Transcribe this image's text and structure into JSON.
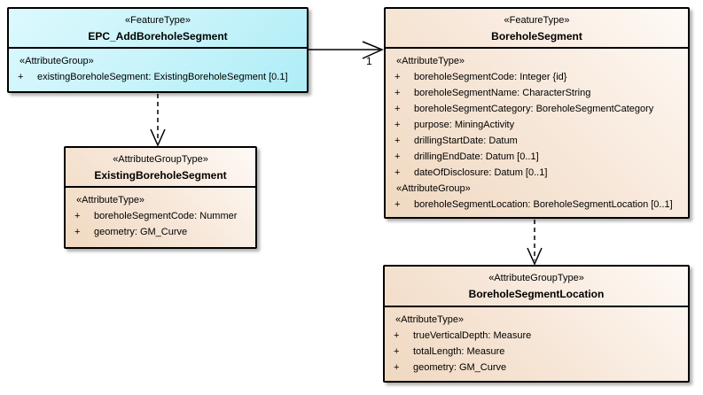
{
  "diagram": {
    "background_color": "#ffffff",
    "border_color": "#000000",
    "shadow_color": "#6e6e6e",
    "feature_type_fill_start": "#dcf9fd",
    "feature_type_fill_end": "#aeedf6",
    "attribute_group_type_fill_start": "#f0d8c0",
    "attribute_group_type_fill_end": "#fefaf6"
  },
  "classes": {
    "epc_add_borehole_segment": {
      "stereotype": "«FeatureType»",
      "name": "EPC_AddBoreholeSegment",
      "rows": [
        {
          "kind": "stereotype",
          "text": "«AttributeGroup»"
        },
        {
          "kind": "attribute",
          "vis": "+",
          "text": "existingBoreholeSegment: ExistingBoreholeSegment [0.1]"
        }
      ]
    },
    "borehole_segment": {
      "stereotype": "«FeatureType»",
      "name": "BoreholeSegment",
      "rows": [
        {
          "kind": "stereotype",
          "text": "«AttributeType»"
        },
        {
          "kind": "attribute",
          "vis": "+",
          "text": "boreholeSegmentCode: Integer {id}"
        },
        {
          "kind": "attribute",
          "vis": "+",
          "text": "boreholeSegmentName: CharacterString"
        },
        {
          "kind": "attribute",
          "vis": "+",
          "text": "boreholeSegmentCategory: BoreholeSegmentCategory"
        },
        {
          "kind": "attribute",
          "vis": "+",
          "text": "purpose: MiningActivity"
        },
        {
          "kind": "attribute",
          "vis": "+",
          "text": "drillingStartDate: Datum"
        },
        {
          "kind": "attribute",
          "vis": "+",
          "text": "drillingEndDate: Datum [0..1]"
        },
        {
          "kind": "attribute",
          "vis": "+",
          "text": "dateOfDisclosure: Datum [0..1]"
        },
        {
          "kind": "stereotype",
          "text": "«AttributeGroup»"
        },
        {
          "kind": "attribute",
          "vis": "+",
          "text": "boreholeSegmentLocation: BoreholeSegmentLocation [0..1]"
        }
      ]
    },
    "existing_borehole_segment": {
      "stereotype": "«AttributeGroupType»",
      "name": "ExistingBoreholeSegment",
      "rows": [
        {
          "kind": "stereotype",
          "text": "«AttributeType»"
        },
        {
          "kind": "attribute",
          "vis": "+",
          "text": "boreholeSegmentCode: Nummer"
        },
        {
          "kind": "attribute",
          "vis": "+",
          "text": "geometry: GM_Curve"
        }
      ]
    },
    "borehole_segment_location": {
      "stereotype": "«AttributeGroupType»",
      "name": "BoreholeSegmentLocation",
      "rows": [
        {
          "kind": "stereotype",
          "text": "«AttributeType»"
        },
        {
          "kind": "attribute",
          "vis": "+",
          "text": "trueVerticalDepth: Measure"
        },
        {
          "kind": "attribute",
          "vis": "+",
          "text": "totalLength: Measure"
        },
        {
          "kind": "attribute",
          "vis": "+",
          "text": "geometry: GM_Curve"
        }
      ]
    }
  },
  "connectors": {
    "association_epc_to_borehole_segment": {
      "style": "solid",
      "arrow": "open",
      "target_multiplicity": "1"
    },
    "dependency_epc_to_existing": {
      "style": "dashed",
      "arrow": "open"
    },
    "dependency_borehole_to_location": {
      "style": "dashed",
      "arrow": "open"
    }
  }
}
